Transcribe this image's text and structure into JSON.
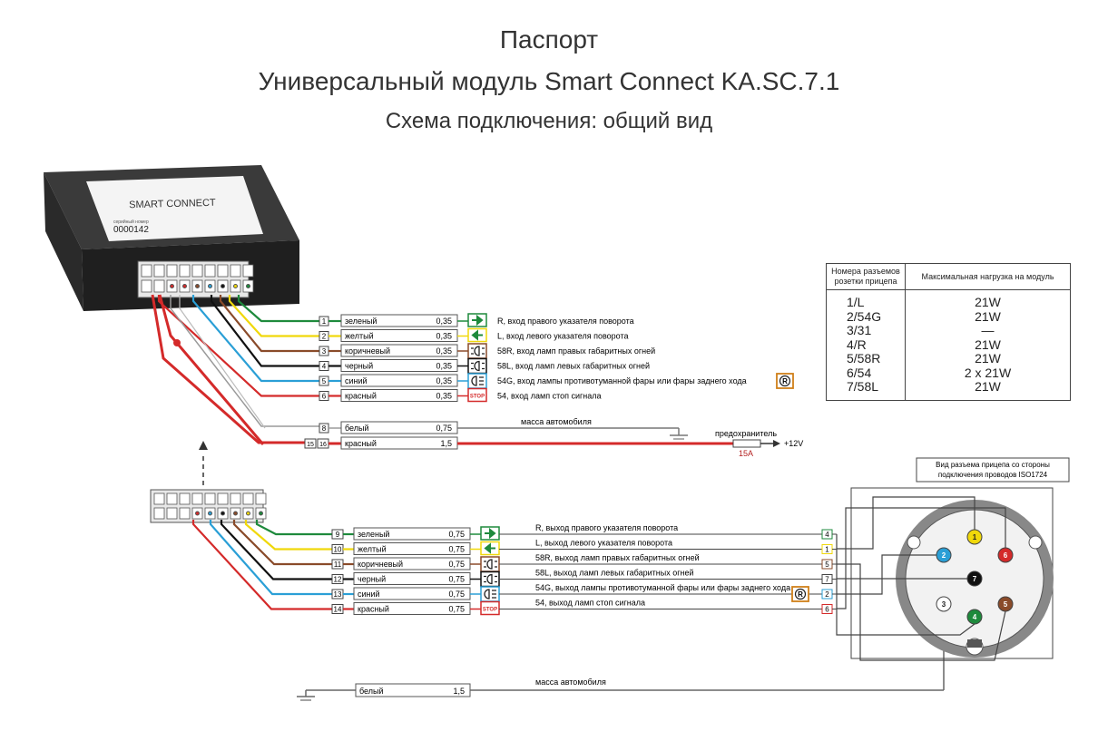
{
  "header": {
    "title": "Паспорт",
    "subtitle": "Универсальный модуль Smart Connect KA.SC.7.1",
    "caption": "Схема подключения: общий вид"
  },
  "module": {
    "brand": "SMART CONNECT",
    "serial_label": "серийный номер",
    "serial_number": "0000142"
  },
  "colors": {
    "green": "#1e8a3c",
    "yellow": "#f0d80a",
    "brown": "#8a4b2a",
    "black": "#111111",
    "blue": "#2a9fd6",
    "red": "#d42a2a",
    "white_wire": "#9a9a9a",
    "module_body": "#2b2b2b"
  },
  "input_wires": [
    {
      "pin": "1",
      "color_name": "зеленый",
      "gauge": "0,35",
      "icon": "turn-right-icon",
      "desc": "R, вход  правого указателя поворота",
      "color": "green"
    },
    {
      "pin": "2",
      "color_name": "желтый",
      "gauge": "0,35",
      "icon": "turn-left-icon",
      "desc": "L, вход левого указателя поворота",
      "color": "yellow"
    },
    {
      "pin": "3",
      "color_name": "коричневый",
      "gauge": "0,35",
      "icon": "side-light-icon",
      "desc": "58R, вход ламп правых габаритных огней",
      "color": "brown"
    },
    {
      "pin": "4",
      "color_name": "черный",
      "gauge": "0,35",
      "icon": "side-light-icon",
      "desc": "58L, вход ламп  левых габаритных огней",
      "color": "black"
    },
    {
      "pin": "5",
      "color_name": "синий",
      "gauge": "0,35",
      "icon": "fog-light-icon",
      "desc": "54G, вход лампы противотуманной фары или фары заднего хода",
      "color": "blue"
    },
    {
      "pin": "6",
      "color_name": "красный",
      "gauge": "0,35",
      "icon": "stop-light-icon",
      "desc": "54, вход ламп стоп сигнала",
      "color": "red"
    }
  ],
  "power_wires": [
    {
      "pin": "8",
      "color_name": "белый",
      "gauge": "0,75",
      "desc": "масса автомобиля",
      "color": "white_wire"
    },
    {
      "pin": "15",
      "pin2": "16",
      "color_name": "красный",
      "gauge": "1,5",
      "fuse_label": "предохранитель",
      "fuse_rating": "15A",
      "supply": "+12V",
      "color": "red"
    }
  ],
  "output_wires": [
    {
      "pin": "9",
      "color_name": "зеленый",
      "gauge": "0,75",
      "icon": "turn-right-icon",
      "desc": "R, выход правого указателя поворота",
      "socket_pin": "4",
      "color": "green"
    },
    {
      "pin": "10",
      "color_name": "желтый",
      "gauge": "0,75",
      "icon": "turn-left-icon",
      "desc": "L, выход  левого указателя поворота",
      "socket_pin": "1",
      "color": "yellow"
    },
    {
      "pin": "11",
      "color_name": "коричневый",
      "gauge": "0,75",
      "icon": "side-light-icon",
      "desc": "58R, выход ламп правых габаритных огней",
      "socket_pin": "5",
      "color": "brown"
    },
    {
      "pin": "12",
      "color_name": "черный",
      "gauge": "0,75",
      "icon": "side-light-icon",
      "desc": "58L, выход ламп левых габаритных огней",
      "socket_pin": "7",
      "color": "black"
    },
    {
      "pin": "13",
      "color_name": "синий",
      "gauge": "0,75",
      "icon": "fog-light-icon",
      "desc": "54G, выход лампы противотуманной фары или фары заднего хода",
      "socket_pin": "2",
      "color": "blue"
    },
    {
      "pin": "14",
      "color_name": "красный",
      "gauge": "0,75",
      "icon": "stop-light-icon",
      "desc": "54, выход ламп стоп сигнала",
      "socket_pin": "6",
      "color": "red"
    }
  ],
  "ground_output": {
    "color_name": "белый",
    "gauge": "1,5",
    "desc": "масса автомобиля"
  },
  "icons": {
    "stop": "STOP",
    "reverse": "R"
  },
  "socket": {
    "caption_line1": "Вид разъема прицепа со стороны",
    "caption_line2": "подключения проводов ISO1724",
    "pins": [
      "1",
      "2",
      "3",
      "4",
      "5",
      "6",
      "7"
    ]
  },
  "spec_table": {
    "col1_header": "Номера разъемов розетки прицепа",
    "col2_header": "Максимальная нагрузка на модуль",
    "rows": [
      {
        "socket": "1/L",
        "load": "21W"
      },
      {
        "socket": "2/54G",
        "load": "21W"
      },
      {
        "socket": "3/31",
        "load": "—"
      },
      {
        "socket": "4/R",
        "load": "21W"
      },
      {
        "socket": "5/58R",
        "load": "21W"
      },
      {
        "socket": "6/54",
        "load": "2 x 21W"
      },
      {
        "socket": "7/58L",
        "load": "21W"
      }
    ]
  }
}
